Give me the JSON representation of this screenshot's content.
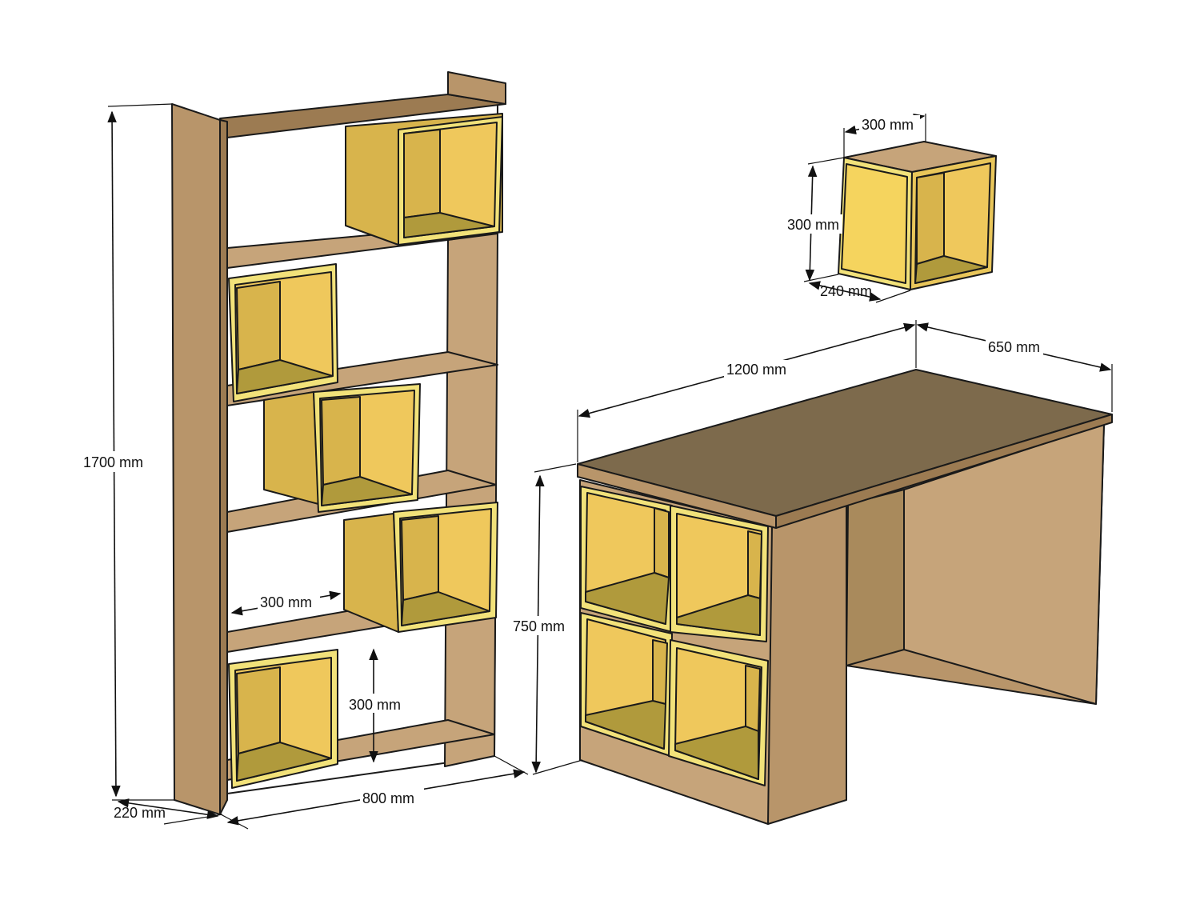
{
  "colors": {
    "wood_side": "#b8956a",
    "wood_light": "#c6a47a",
    "wood_dark": "#9c7b52",
    "desk_top": "#7d6a4c",
    "cube_inner": "#efc85c",
    "cube_side": "#d8b44c",
    "cube_frame": "#f2e27a",
    "outline": "#1a1a1a",
    "background": "#ffffff"
  },
  "dimensions": {
    "bookcase_height": "1700 mm",
    "bookcase_depth": "220 mm",
    "bookcase_width": "800 mm",
    "bookcase_cube_width": "300 mm",
    "bookcase_cube_height": "300 mm",
    "cube_width": "300 mm",
    "cube_height": "300 mm",
    "cube_depth": "240 mm",
    "desk_width": "1200 mm",
    "desk_depth": "650 mm",
    "desk_height": "750 mm"
  }
}
